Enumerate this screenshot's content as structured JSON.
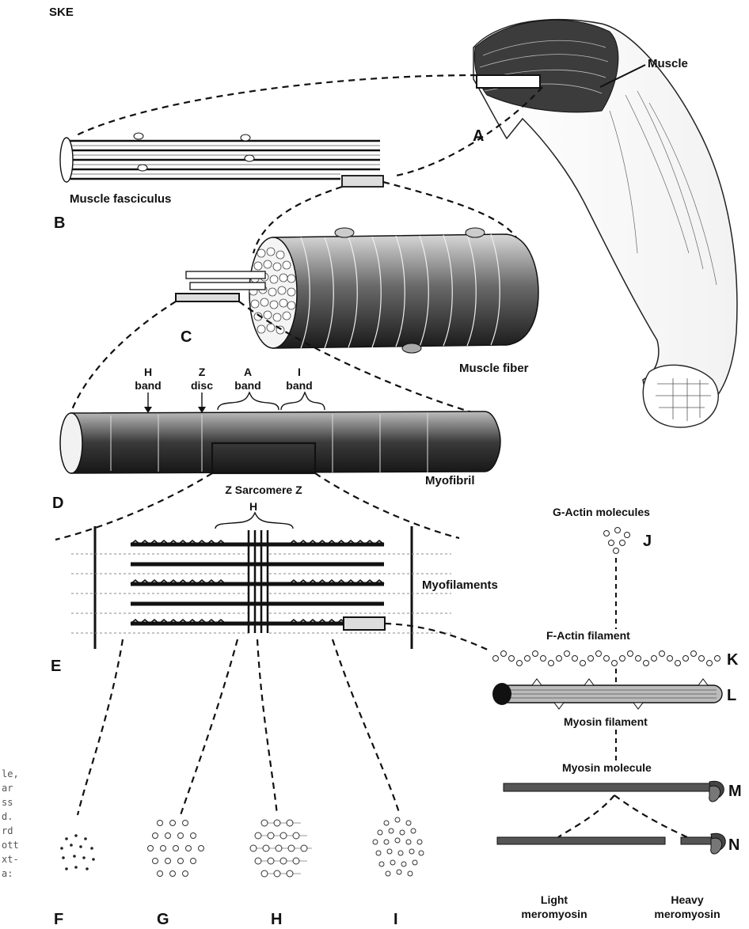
{
  "corner_label": "SKE",
  "panel_letters": {
    "a": "A",
    "b": "B",
    "c": "C",
    "d": "D",
    "e": "E",
    "f": "F",
    "g": "G",
    "h": "H",
    "i": "I",
    "j": "J",
    "k": "K",
    "l": "L",
    "m": "M",
    "n": "N"
  },
  "labels": {
    "muscle": "Muscle",
    "muscle_fasciculus": "Muscle fasciculus",
    "muscle_fiber": "Muscle fiber",
    "myofibril": "Myofibril",
    "myofilaments": "Myofilaments",
    "g_actin": "G-Actin molecules",
    "f_actin": "F-Actin filament",
    "myosin_filament": "Myosin filament",
    "myosin_molecule": "Myosin molecule",
    "light_meromyosin": [
      "Light",
      "meromyosin"
    ],
    "heavy_meromyosin": [
      "Heavy",
      "meromyosin"
    ]
  },
  "bands": {
    "h_band": [
      "H",
      "band"
    ],
    "z_disc": [
      "Z",
      "disc"
    ],
    "a_band": [
      "A",
      "band"
    ],
    "i_band": [
      "I",
      "band"
    ],
    "sarcomere": "Z  Sarcomere  Z",
    "h_zone": "H"
  },
  "margin_fragments": [
    "le,",
    "ar",
    "ss",
    "d.",
    "rd",
    "ott",
    "xt-",
    "a:"
  ],
  "colors": {
    "ink": "#111111",
    "shade": "#3a3a3a",
    "paper": "#ffffff"
  }
}
